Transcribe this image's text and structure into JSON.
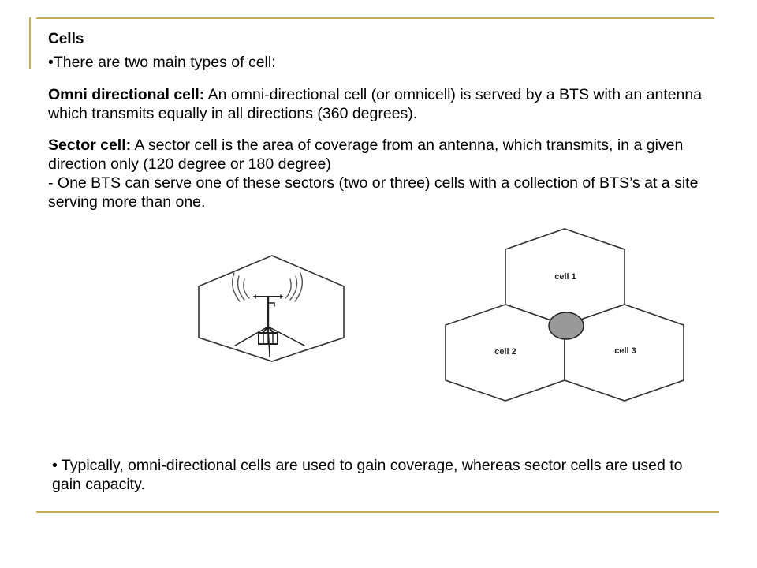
{
  "slide": {
    "title": "Cells",
    "intro": "•There are two main types of cell:",
    "omni": {
      "term": "Omni directional cell:",
      "text": " An omni-directional cell (or omnicell) is served by a BTS with an antenna which transmits equally in all directions (360 degrees)."
    },
    "sector": {
      "term": "Sector cell:",
      "text": " A sector cell is the area of coverage from an antenna, which transmits, in a given direction only (120 degree or 180 degree)",
      "note": "- One BTS can serve one of these sectors (two or three) cells with a collection of BTS’s at a site serving more than one."
    },
    "bottom_note": "• Typically, omni-directional cells are used to gain coverage, whereas sector cells are used to gain capacity."
  },
  "figure": {
    "cells": [
      "cell 1",
      "cell 2",
      "cell 3"
    ],
    "icons": [
      "omni-antenna-icon",
      "hexagon-cell",
      "bts-site-circle"
    ],
    "colors": {
      "accent_rule": "#c5ad55",
      "bts_circle": "#999999",
      "outline": "#333333"
    }
  }
}
